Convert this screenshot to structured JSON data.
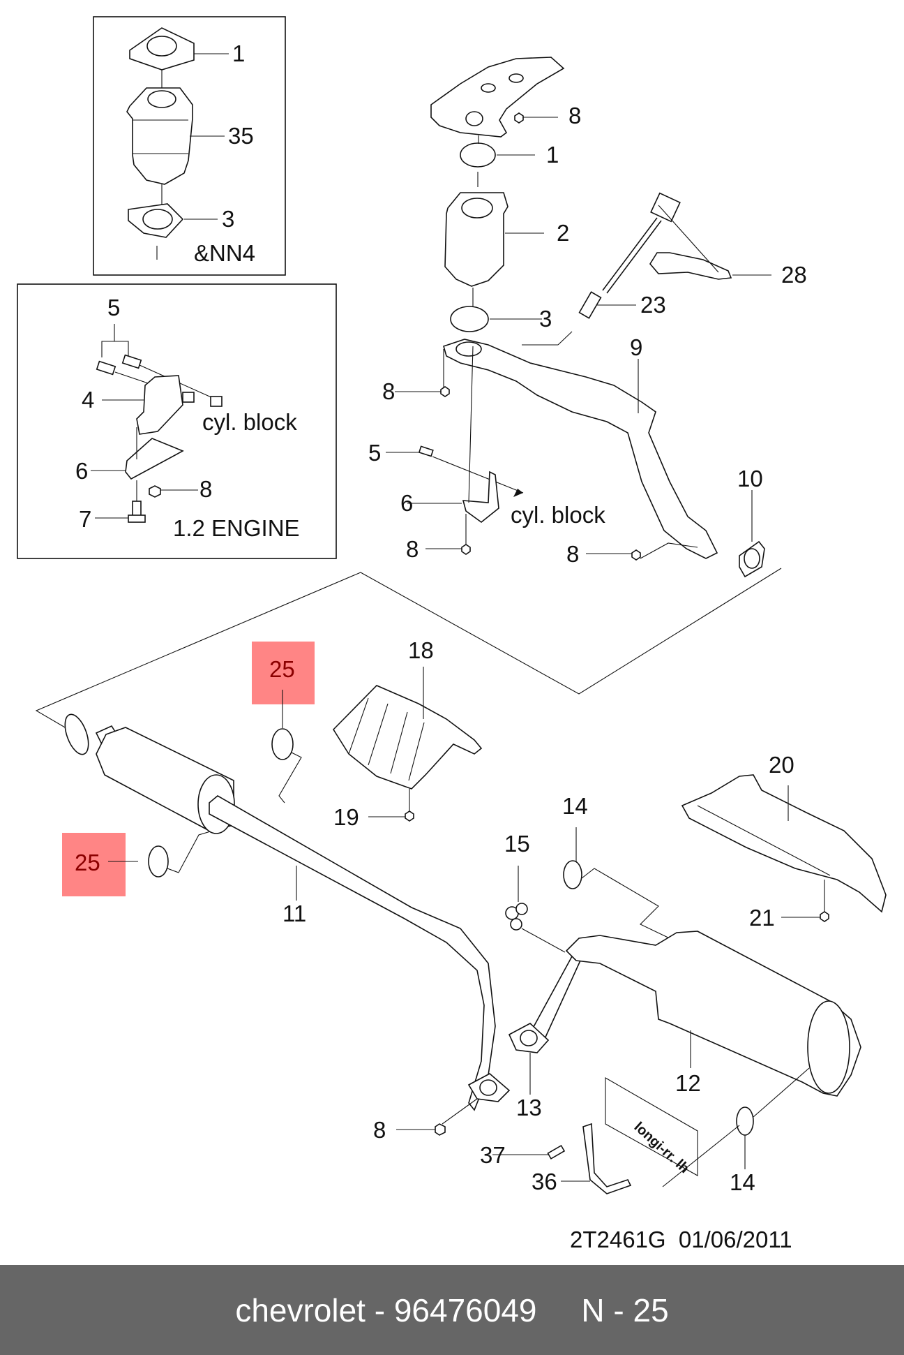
{
  "diagram": {
    "title": "Exhaust system exploded parts diagram",
    "inset_top": {
      "labels": [
        "1",
        "35",
        "3"
      ],
      "note": "&NN4"
    },
    "inset_engine": {
      "labels": [
        "5",
        "4",
        "6",
        "7",
        "8"
      ],
      "note_block": "cyl. block",
      "note_engine": "1.2 ENGINE"
    },
    "front_section": {
      "labels": [
        "8",
        "1",
        "2",
        "28",
        "23",
        "3",
        "9",
        "8",
        "5",
        "6",
        "8",
        "10",
        "8"
      ],
      "note_block": "cyl. block"
    },
    "rear_section": {
      "labels": [
        "18",
        "19",
        "11",
        "20",
        "14",
        "15",
        "21",
        "12",
        "13",
        "8",
        "37",
        "36",
        "14"
      ],
      "bracket_text": "longi-rr. lh"
    },
    "highlighted_part": {
      "number": "25",
      "count": 2,
      "color": "#ff8585",
      "text_color": "#8b0000"
    },
    "drawing_ref": "2T2461G  01/06/2011"
  },
  "footer": {
    "brand": "chevrolet",
    "part_number": "96476049",
    "position": "N - 25",
    "text": "chevrolet - 96476049     N - 25"
  }
}
